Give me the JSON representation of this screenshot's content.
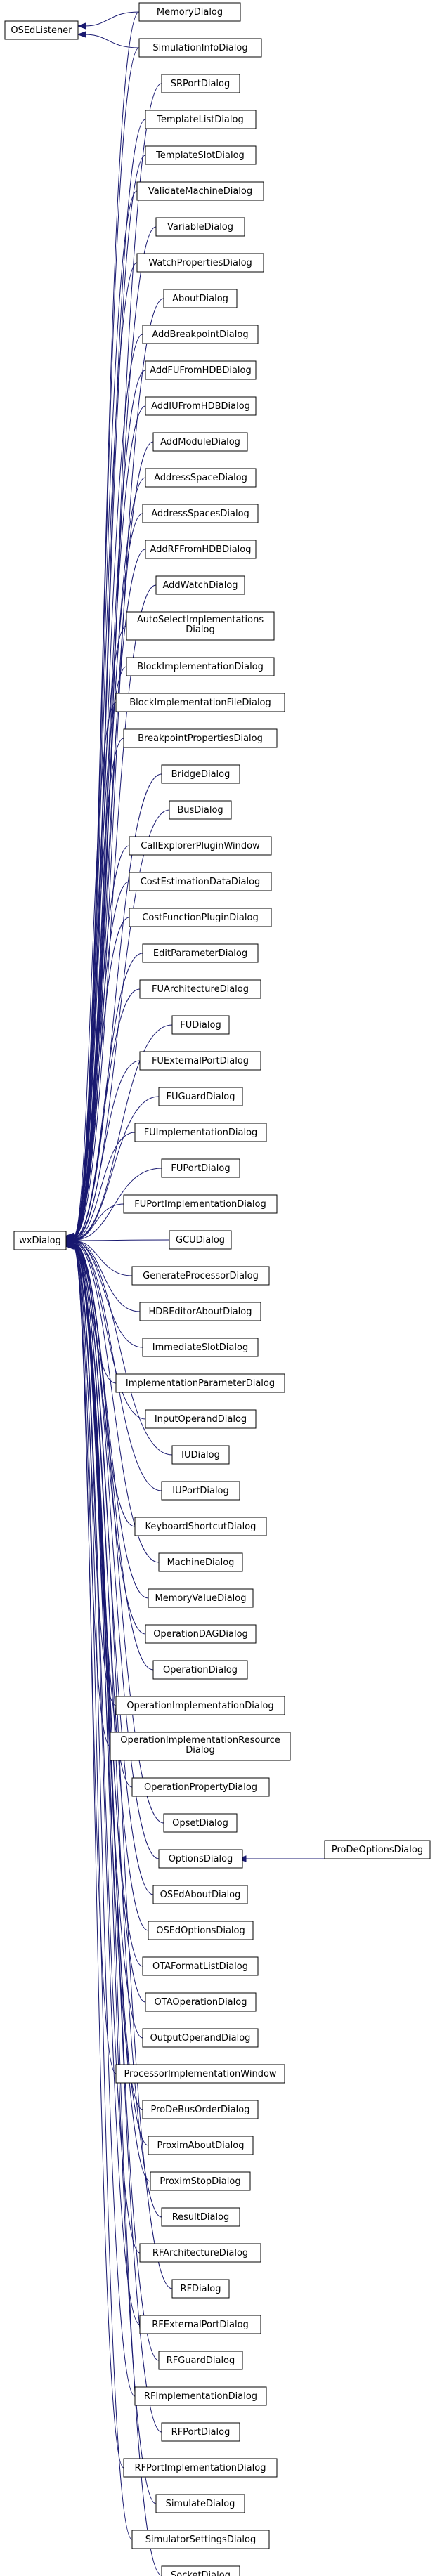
{
  "colors": {
    "edge": "#191970",
    "node_border": "#000000",
    "node_fill": "#ffffff",
    "text": "#000000"
  },
  "nodes": {
    "root": "OSEdListener",
    "base": "wxDialog",
    "memory": "MemoryDialog",
    "simulation_info": "SimulationInfoDialog",
    "sr_port": "SRPortDialog",
    "template_list": "TemplateListDialog",
    "template_slot": "TemplateSlotDialog",
    "validate_machine": "ValidateMachineDialog",
    "variable": "VariableDialog",
    "watch_properties": "WatchPropertiesDialog",
    "children": [
      [
        "AboutDialog"
      ],
      [
        "AddBreakpointDialog"
      ],
      [
        "AddFUFromHDBDialog"
      ],
      [
        "AddIUFromHDBDialog"
      ],
      [
        "AddModuleDialog"
      ],
      [
        "AddressSpaceDialog"
      ],
      [
        "AddressSpacesDialog"
      ],
      [
        "AddRFFromHDBDialog"
      ],
      [
        "AddWatchDialog"
      ],
      [
        "AutoSelectImplementations",
        "Dialog"
      ],
      [
        "BlockImplementationDialog"
      ],
      [
        "BlockImplementationFileDialog"
      ],
      [
        "BreakpointPropertiesDialog"
      ],
      [
        "BridgeDialog"
      ],
      [
        "BusDialog"
      ],
      [
        "CallExplorerPluginWindow"
      ],
      [
        "CostEstimationDataDialog"
      ],
      [
        "CostFunctionPluginDialog"
      ],
      [
        "EditParameterDialog"
      ],
      [
        "FUArchitectureDialog"
      ],
      [
        "FUDialog"
      ],
      [
        "FUExternalPortDialog"
      ],
      [
        "FUGuardDialog"
      ],
      [
        "FUImplementationDialog"
      ],
      [
        "FUPortDialog"
      ],
      [
        "FUPortImplementationDialog"
      ],
      [
        "GCUDialog"
      ],
      [
        "GenerateProcessorDialog"
      ],
      [
        "HDBEditorAboutDialog"
      ],
      [
        "ImmediateSlotDialog"
      ],
      [
        "ImplementationParameterDialog"
      ],
      [
        "InputOperandDialog"
      ],
      [
        "IUDialog"
      ],
      [
        "IUPortDialog"
      ],
      [
        "KeyboardShortcutDialog"
      ],
      [
        "MachineDialog"
      ],
      [
        "MemoryValueDialog"
      ],
      [
        "OperationDAGDialog"
      ],
      [
        "OperationDialog"
      ],
      [
        "OperationImplementationDialog"
      ],
      [
        "OperationImplementationResource",
        "Dialog"
      ],
      [
        "OperationPropertyDialog"
      ],
      [
        "OpsetDialog"
      ],
      [
        "OptionsDialog"
      ],
      [
        "OSEdAboutDialog"
      ],
      [
        "OSEdOptionsDialog"
      ],
      [
        "OTAFormatListDialog"
      ],
      [
        "OTAOperationDialog"
      ],
      [
        "OutputOperandDialog"
      ],
      [
        "ProcessorImplementationWindow"
      ],
      [
        "ProDeBusOrderDialog"
      ],
      [
        "ProximAboutDialog"
      ],
      [
        "ProximStopDialog"
      ],
      [
        "ResultDialog"
      ],
      [
        "RFArchitectureDialog"
      ],
      [
        "RFDialog"
      ],
      [
        "RFExternalPortDialog"
      ],
      [
        "RFGuardDialog"
      ],
      [
        "RFImplementationDialog"
      ],
      [
        "RFPortDialog"
      ],
      [
        "RFPortImplementationDialog"
      ],
      [
        "SimulateDialog"
      ],
      [
        "SimulatorSettingsDialog"
      ],
      [
        "SocketDialog"
      ]
    ],
    "options_child": "ProDeOptionsDialog"
  }
}
